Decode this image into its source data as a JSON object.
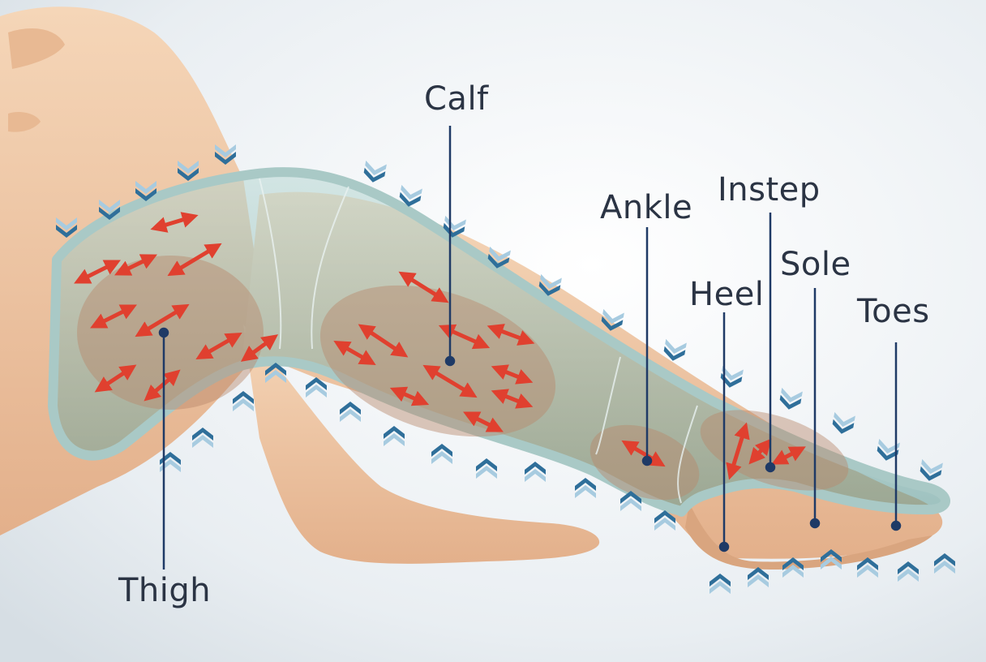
{
  "labels": {
    "calf": "Calf",
    "ankle": "Ankle",
    "instep": "Instep",
    "sole": "Sole",
    "heel": "Heel",
    "toes": "Toes",
    "thigh": "Thigh"
  },
  "colors": {
    "background": "#eef2f5",
    "skin": "#f1c9a6",
    "skin_shadow": "#d9a57f",
    "wrap_outline": "#a9c9c6",
    "wrap_fill": "#6fa9a2",
    "chamber": "#b8876a",
    "pressure_arrow": "#e0402f",
    "chevron_dark": "#2f6f9a",
    "chevron_light": "#a7cbe0",
    "leader_line": "#1f3a66"
  },
  "icons": {
    "pressure_arrow": "double-headed-arrow-icon",
    "compression": "chevron-icon"
  }
}
